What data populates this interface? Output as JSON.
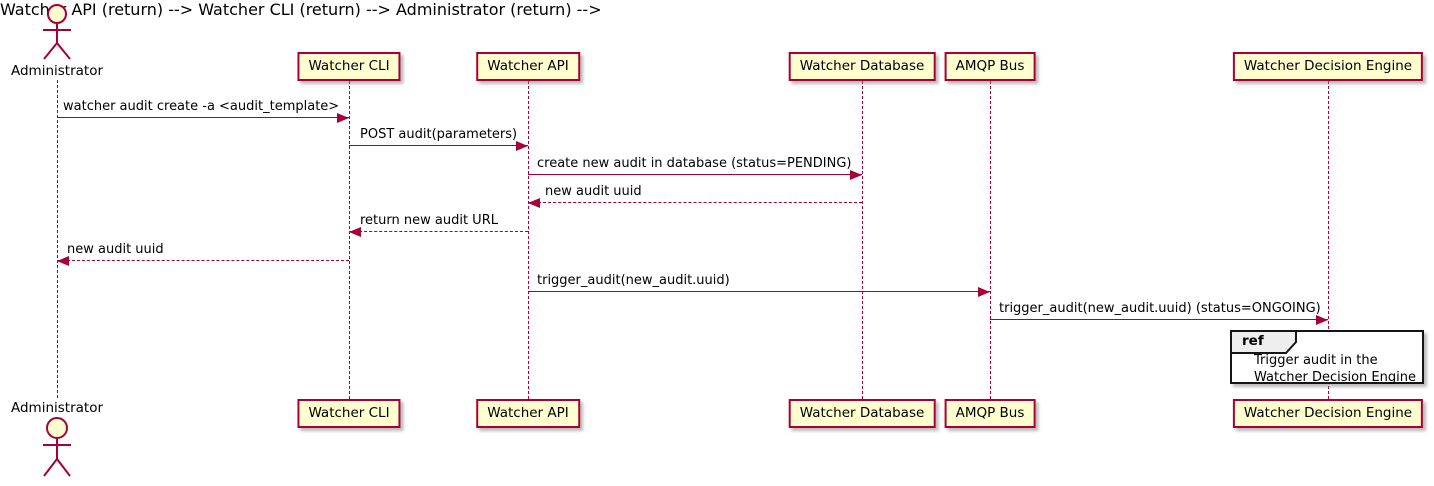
{
  "diagram_type": "plantuml-sequence",
  "colors": {
    "line": "#A80036",
    "participant_fill": "#FEFECE",
    "participant_border": "#A80036",
    "actor_head_fill": "#FEFECE",
    "ref_border": "#151515",
    "ref_tab_fill": "#EEEEEE",
    "background": "#FFFFFF"
  },
  "actor": {
    "label": "Administrator"
  },
  "participants": [
    {
      "label": "Watcher CLI"
    },
    {
      "label": "Watcher API"
    },
    {
      "label": "Watcher Database"
    },
    {
      "label": "AMQP Bus"
    },
    {
      "label": "Watcher Decision Engine"
    }
  ],
  "messages": [
    {
      "label": "watcher audit create -a <audit_template>",
      "from": "Administrator",
      "to": "Watcher CLI",
      "style": "solid"
    },
    {
      "label": "POST audit(parameters)",
      "from": "Watcher CLI",
      "to": "Watcher API",
      "style": "solid"
    },
    {
      "label": "create new audit in database (status=PENDING)",
      "from": "Watcher API",
      "to": "Watcher Database",
      "style": "solid"
    },
    {
      "label": "new audit uuid",
      "from": "Watcher Database",
      "to": "Watcher API",
      "style": "dashed"
    },
    {
      "label": "return new audit URL",
      "from": "Watcher API",
      "to": "Watcher CLI",
      "style": "dashed"
    },
    {
      "label": "new audit uuid",
      "from": "Watcher CLI",
      "to": "Administrator",
      "style": "dashed"
    },
    {
      "label": "trigger_audit(new_audit.uuid)",
      "from": "Watcher API",
      "to": "AMQP Bus",
      "style": "solid"
    },
    {
      "label": "trigger_audit(new_audit.uuid) (status=ONGOING)",
      "from": "AMQP Bus",
      "to": "Watcher Decision Engine",
      "style": "solid"
    }
  ],
  "ref": {
    "keyword": "ref",
    "line1": "Trigger audit in the",
    "line2": "Watcher Decision Engine"
  }
}
